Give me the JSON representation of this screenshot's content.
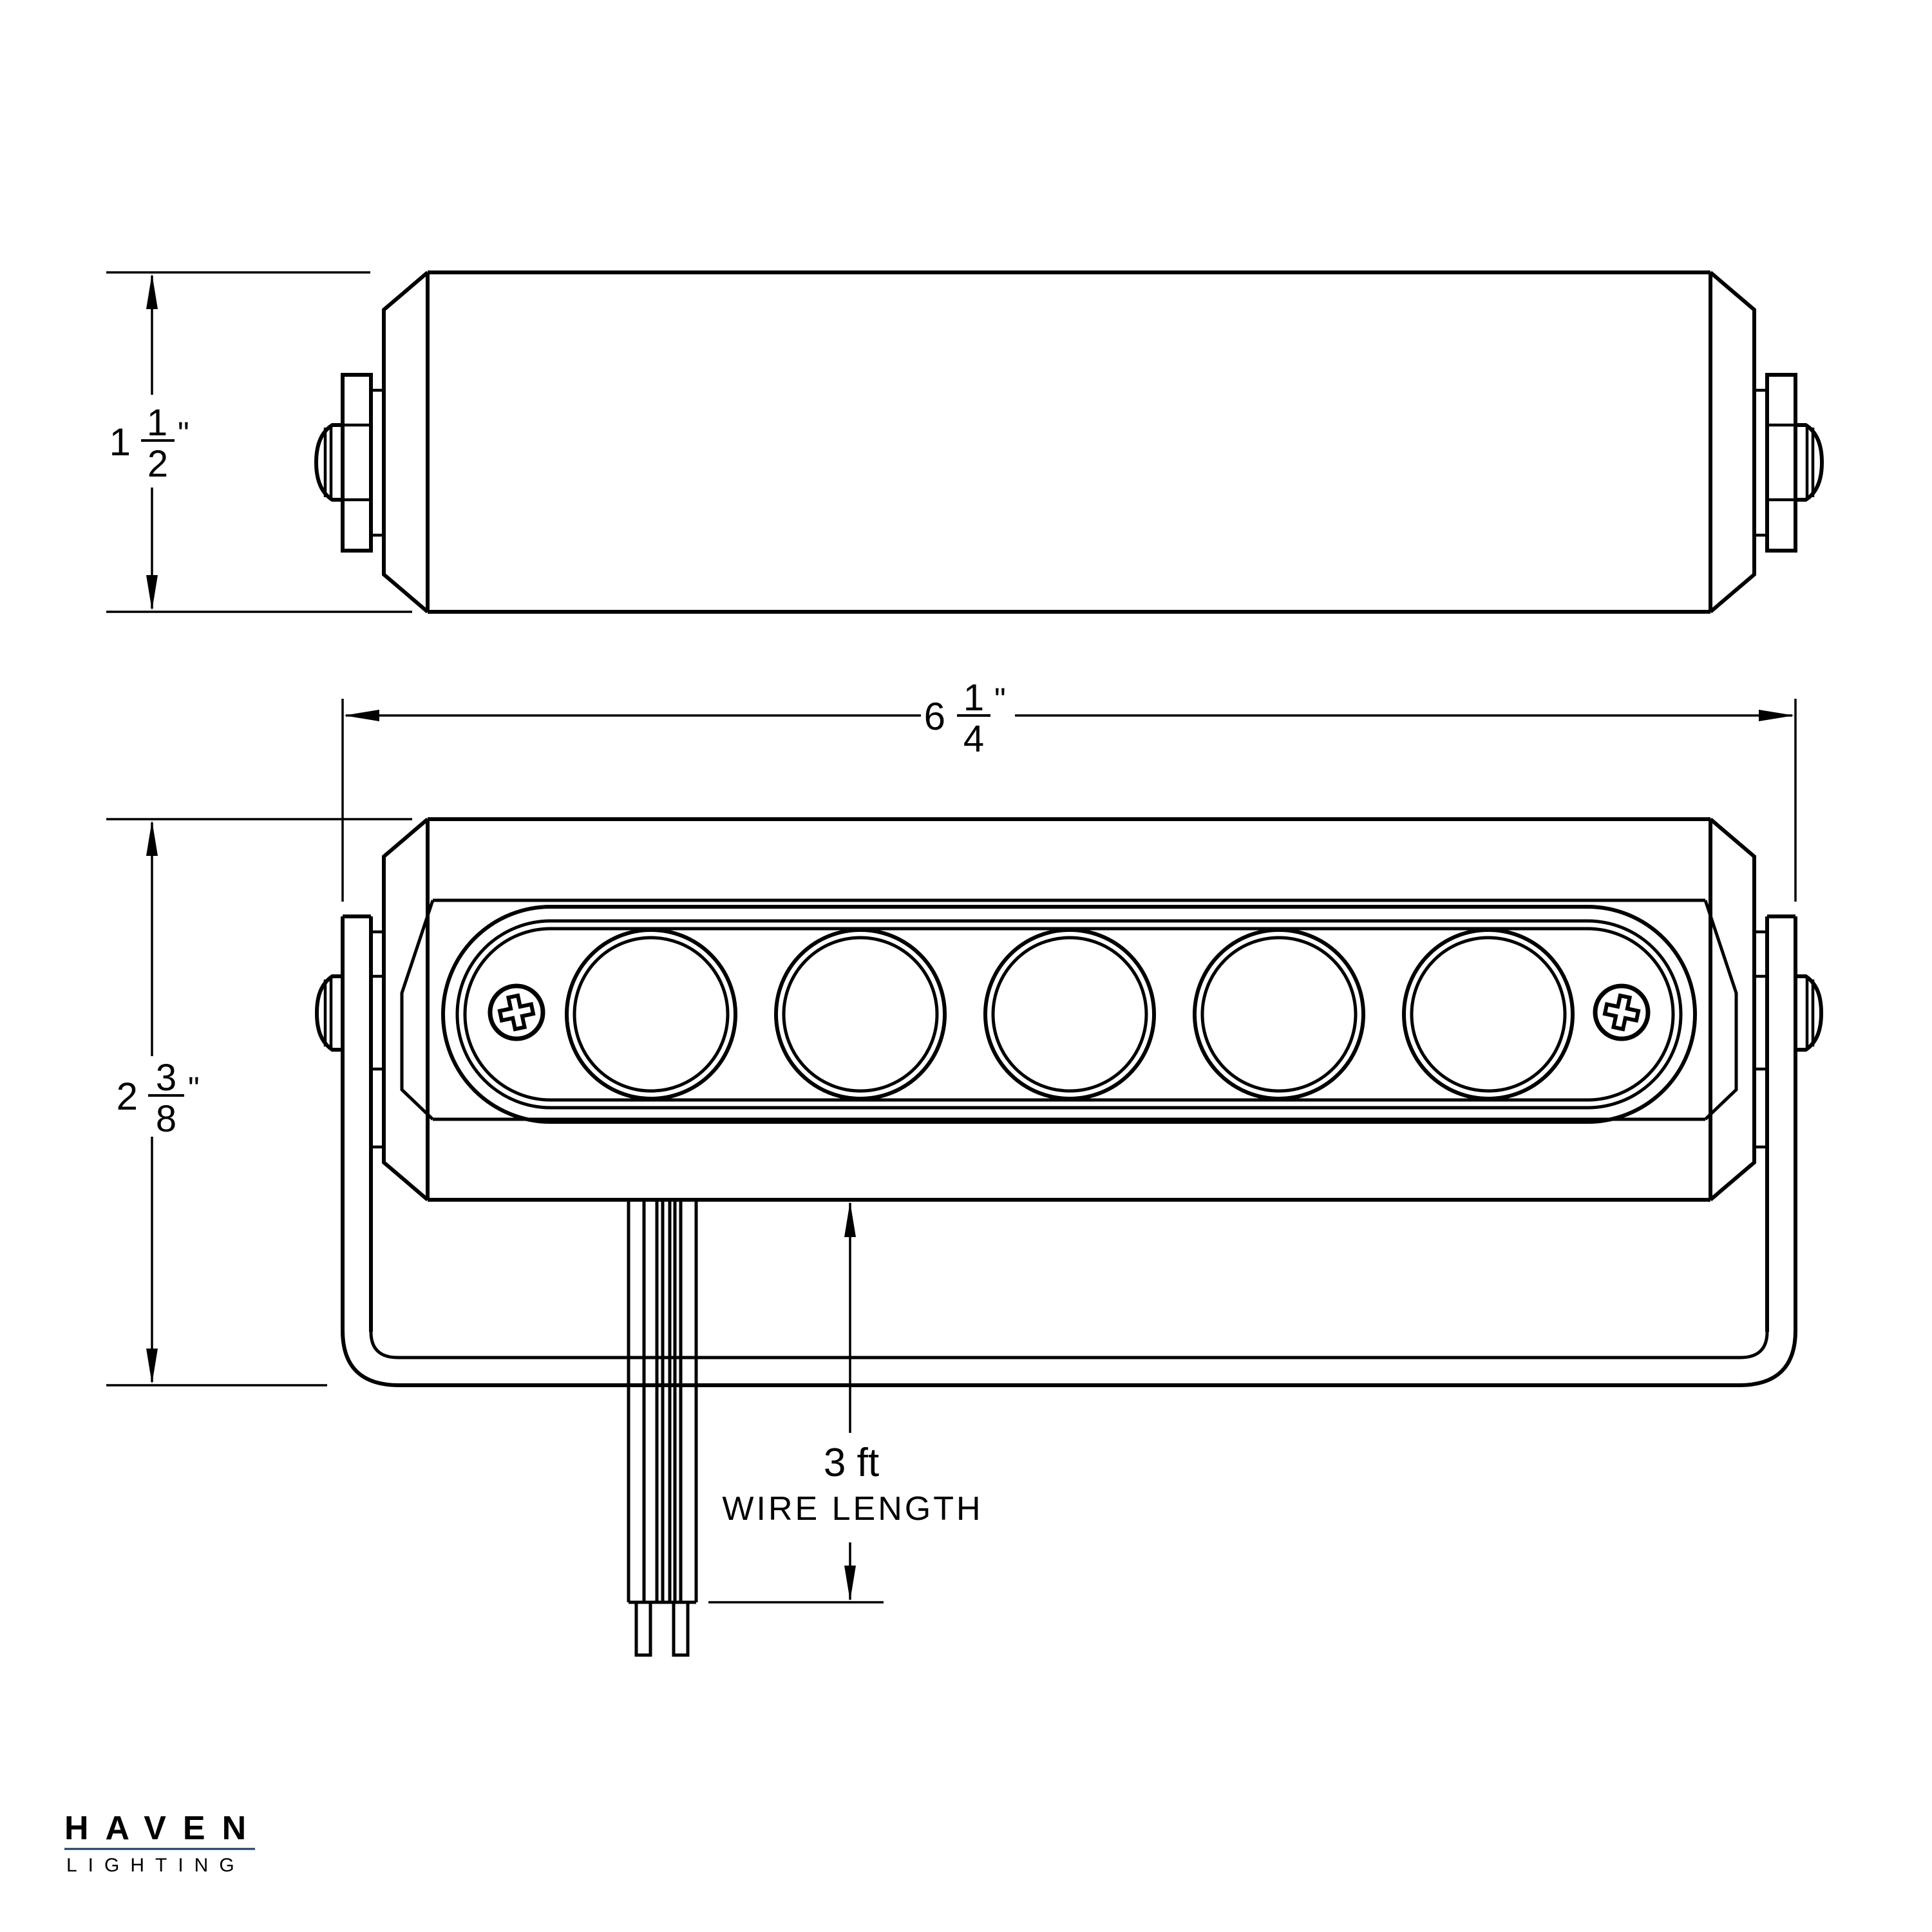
{
  "page": {
    "background": "#ffffff",
    "line_color": "#000000"
  },
  "views": {
    "side_view": {
      "description": "side profile of linear LED fixture"
    },
    "front_view": {
      "description": "front face of linear LED fixture",
      "led_count": 5,
      "screw_count": 2
    }
  },
  "dimensions": {
    "side_height": {
      "whole": "1",
      "numerator": "1",
      "denominator": "2",
      "unit": "\""
    },
    "overall_width": {
      "whole": "6",
      "numerator": "1",
      "denominator": "4",
      "unit": "\""
    },
    "front_height": {
      "whole": "2",
      "numerator": "3",
      "denominator": "8",
      "unit": "\""
    },
    "wire_length": {
      "value": "3 ft",
      "label": "WIRE LENGTH"
    }
  },
  "logo": {
    "brand": "HAVEN",
    "subtitle": "LIGHTING",
    "color": "#1c3a5e"
  }
}
